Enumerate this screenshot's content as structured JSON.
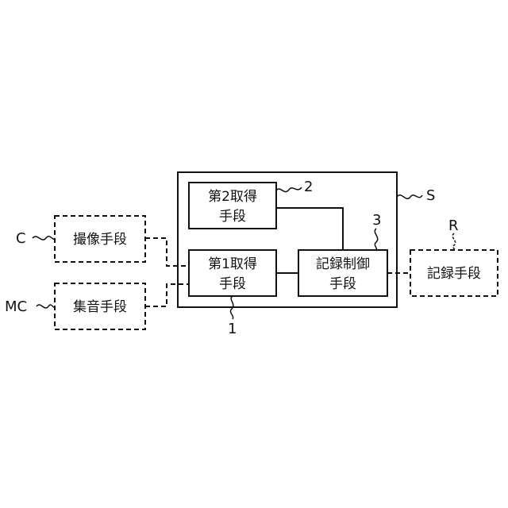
{
  "diagram": {
    "system": {
      "ref": "S"
    },
    "first_acquisition": {
      "line1": "第1取得",
      "line2": "手段",
      "ref": "1"
    },
    "second_acquisition": {
      "line1": "第2取得",
      "line2": "手段",
      "ref": "2"
    },
    "recording_control": {
      "line1": "記録制御",
      "line2": "手段",
      "ref": "3"
    },
    "imaging": {
      "label": "撮像手段",
      "ref": "C"
    },
    "sound_collection": {
      "label": "集音手段",
      "ref": "MC"
    },
    "recording": {
      "label": "記録手段",
      "ref": "R"
    }
  }
}
